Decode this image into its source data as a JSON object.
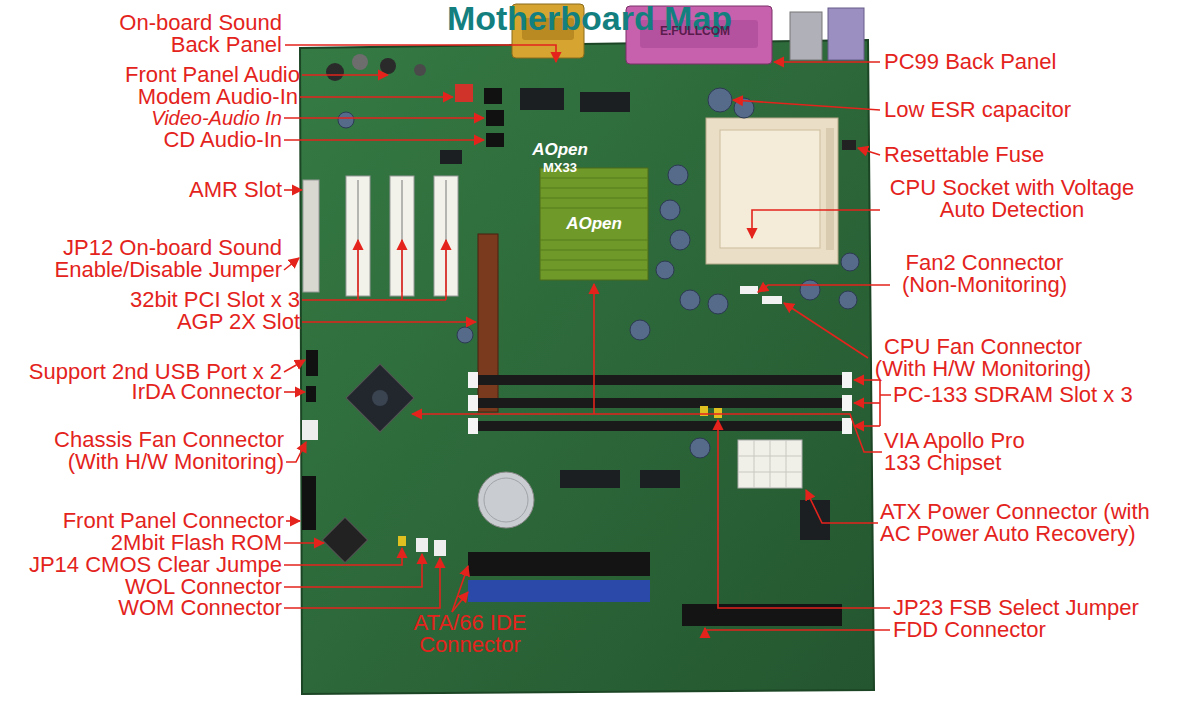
{
  "diagram": {
    "title": "Motherboard Map",
    "labels": [
      "On-board Sound Back Panel",
      "Front Panel Audio",
      "Modem Audio-In",
      "Video-Audio In",
      "CD Audio-In",
      "AMR Slot",
      "JP12 On-board Sound Enable/Disable Jumper",
      "32bit PCI Slot x 3",
      "AGP 2X Slot",
      "Support 2nd USB Port x 2",
      "IrDA Connector",
      "Chassis Fan Connector (With H/W Monitoring)",
      "Front Panel Connector",
      "2Mbit Flash ROM",
      "JP14 CMOS Clear Jumpe",
      "WOL Connector",
      "WOM Connector",
      "ATA/66 IDE Connector",
      "PC99 Back Panel",
      "Low ESR capacitor",
      "Resettable Fuse",
      "CPU Socket with Voltage Auto Detection",
      "Fan2 Connector (Non-Monitoring)",
      "CPU Fan Connector (With H/W Monitoring)",
      "PC-133 SDRAM Slot x 3",
      "VIA Apollo Pro 133 Chipset",
      "ATX Power Connector (with AC Power Auto Recovery)",
      "JP23 FSB Select Jumper",
      "FDD Connector",
      "E.FULLCOM",
      "AOpen",
      "MX33",
      "AOpen"
    ]
  }
}
